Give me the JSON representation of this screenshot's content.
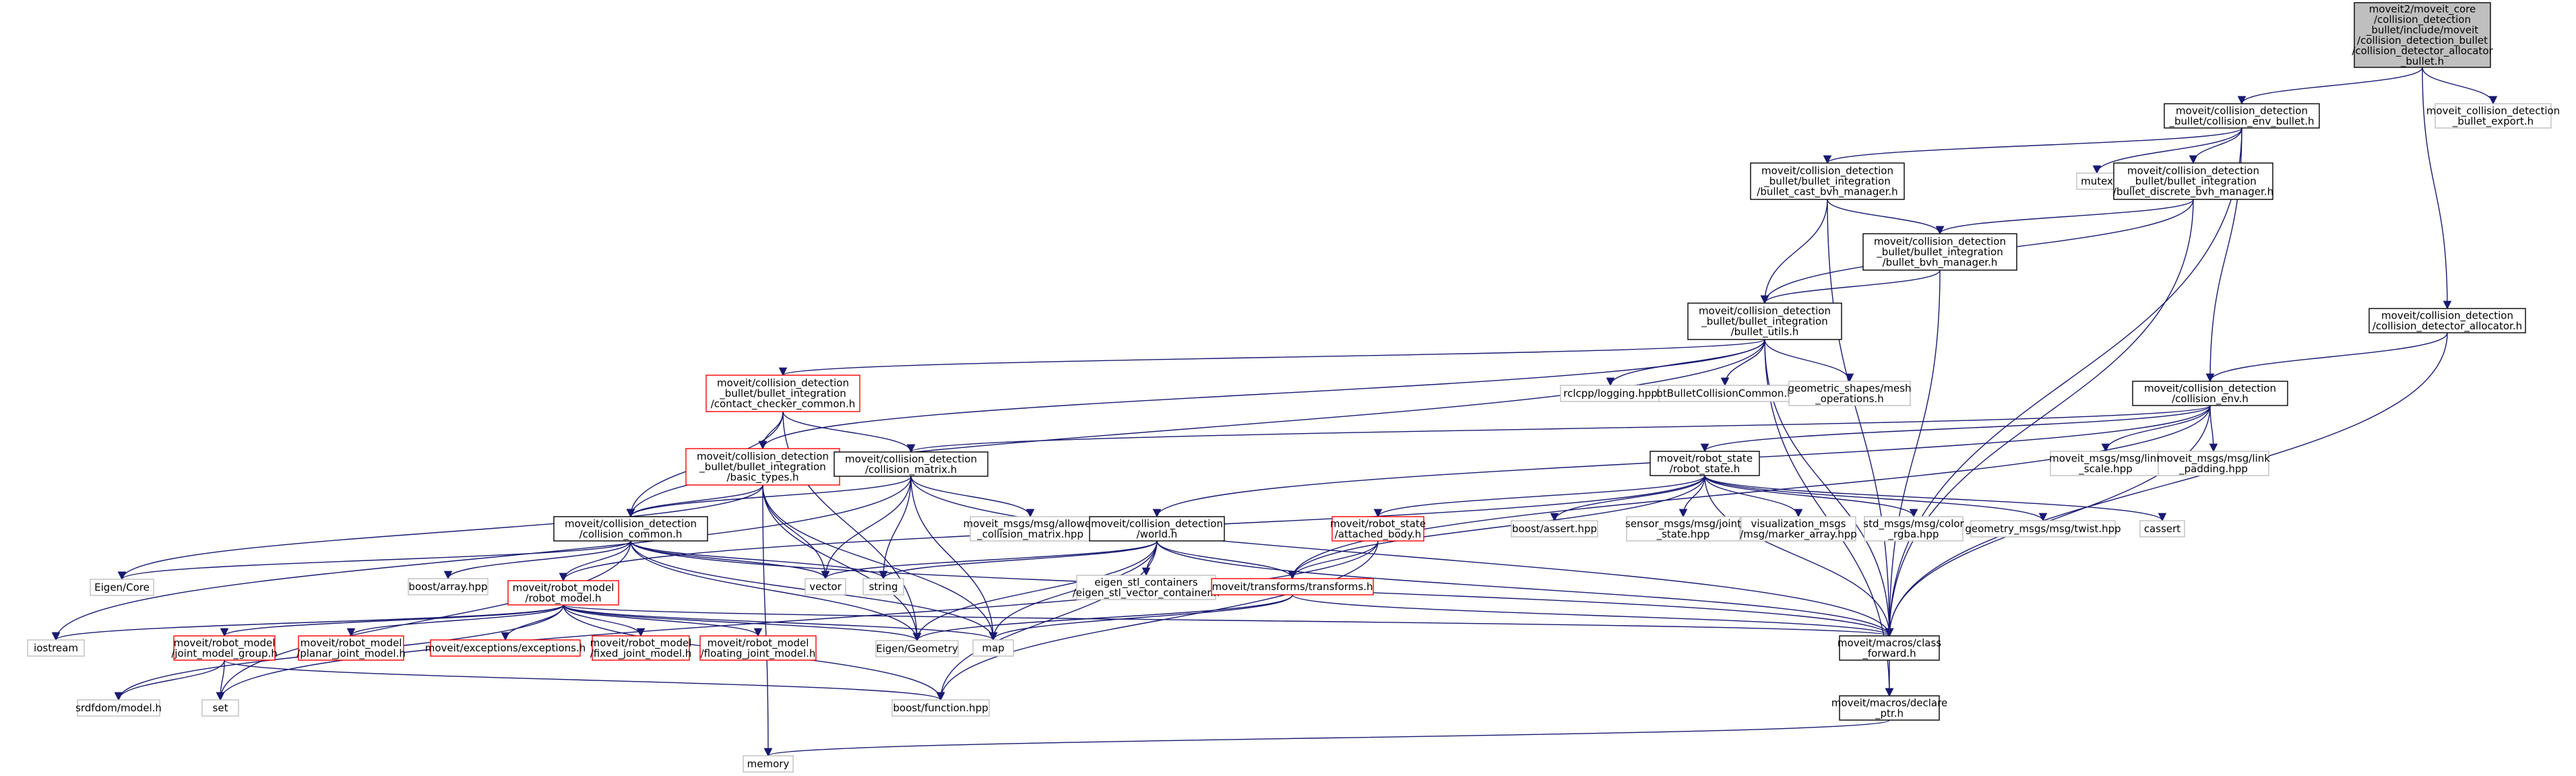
{
  "colors": {
    "edge": "#191970",
    "root_fill": "#bfbfbf",
    "node_border": "#000000",
    "missing_border": "#bfbfbf",
    "red_border": "#ff0000",
    "text": "#000000"
  },
  "nodes": [
    {
      "id": "n0",
      "kind": "root",
      "lines": [
        "moveit2/moveit_core",
        "/collision_detection",
        "_bullet/include/moveit",
        "/collision_detection_bullet",
        "/collision_detector_allocator",
        "_bullet.h"
      ]
    },
    {
      "id": "n1",
      "kind": "normal",
      "lines": [
        "moveit/collision_detection",
        "_bullet/collision_env_bullet.h"
      ]
    },
    {
      "id": "n2",
      "kind": "missing",
      "lines": [
        "moveit_collision_detection",
        "_bullet_export.h"
      ]
    },
    {
      "id": "n3",
      "kind": "normal",
      "lines": [
        "moveit/collision_detection",
        "/collision_detector_allocator.h"
      ]
    },
    {
      "id": "n4",
      "kind": "normal",
      "lines": [
        "moveit/collision_detection",
        "_bullet/bullet_integration",
        "/bullet_cast_bvh_manager.h"
      ]
    },
    {
      "id": "n5",
      "kind": "missing",
      "lines": [
        "mutex"
      ]
    },
    {
      "id": "n6",
      "kind": "normal",
      "lines": [
        "moveit/collision_detection",
        "_bullet/bullet_integration",
        "/bullet_discrete_bvh_manager.h"
      ]
    },
    {
      "id": "n7",
      "kind": "normal",
      "lines": [
        "moveit/collision_detection",
        "_bullet/bullet_integration",
        "/bullet_bvh_manager.h"
      ]
    },
    {
      "id": "n8",
      "kind": "normal",
      "lines": [
        "moveit/collision_detection",
        "_bullet/bullet_integration",
        "/bullet_utils.h"
      ]
    },
    {
      "id": "n9",
      "kind": "normal",
      "lines": [
        "moveit/collision_detection",
        "/collision_env.h"
      ]
    },
    {
      "id": "n10",
      "kind": "red",
      "lines": [
        "moveit/collision_detection",
        "_bullet/bullet_integration",
        "/contact_checker_common.h"
      ]
    },
    {
      "id": "n11",
      "kind": "missing",
      "lines": [
        "rclcpp/logging.hpp"
      ]
    },
    {
      "id": "n12",
      "kind": "missing",
      "lines": [
        "btBulletCollisionCommon.h"
      ]
    },
    {
      "id": "n13",
      "kind": "missing",
      "lines": [
        "geometric_shapes/mesh",
        "_operations.h"
      ]
    },
    {
      "id": "n14",
      "kind": "missing",
      "lines": [
        "moveit_msgs/msg/link",
        "_scale.hpp"
      ]
    },
    {
      "id": "n15",
      "kind": "missing",
      "lines": [
        "moveit_msgs/msg/link",
        "_padding.hpp"
      ]
    },
    {
      "id": "n16",
      "kind": "red",
      "lines": [
        "moveit/collision_detection",
        "_bullet/bullet_integration",
        "/basic_types.h"
      ]
    },
    {
      "id": "n17",
      "kind": "normal",
      "lines": [
        "moveit/collision_detection",
        "/collision_matrix.h"
      ]
    },
    {
      "id": "n18",
      "kind": "normal",
      "lines": [
        "moveit/robot_state",
        "/robot_state.h"
      ]
    },
    {
      "id": "n19",
      "kind": "normal",
      "lines": [
        "moveit/collision_detection",
        "/collision_common.h"
      ]
    },
    {
      "id": "n20",
      "kind": "missing",
      "lines": [
        "moveit_msgs/msg/allowed",
        "_collision_matrix.hpp"
      ]
    },
    {
      "id": "n21",
      "kind": "normal",
      "lines": [
        "moveit/collision_detection",
        "/world.h"
      ]
    },
    {
      "id": "n22",
      "kind": "red",
      "lines": [
        "moveit/robot_state",
        "/attached_body.h"
      ]
    },
    {
      "id": "n23",
      "kind": "missing",
      "lines": [
        "boost/assert.hpp"
      ]
    },
    {
      "id": "n24",
      "kind": "missing",
      "lines": [
        "sensor_msgs/msg/joint",
        "_state.hpp"
      ]
    },
    {
      "id": "n25",
      "kind": "missing",
      "lines": [
        "visualization_msgs",
        "/msg/marker_array.hpp"
      ]
    },
    {
      "id": "n26",
      "kind": "missing",
      "lines": [
        "std_msgs/msg/color",
        "_rgba.hpp"
      ]
    },
    {
      "id": "n27",
      "kind": "missing",
      "lines": [
        "geometry_msgs/msg/twist.hpp"
      ]
    },
    {
      "id": "n28",
      "kind": "missing",
      "lines": [
        "cassert"
      ]
    },
    {
      "id": "n29",
      "kind": "missing",
      "lines": [
        "Eigen/Core"
      ]
    },
    {
      "id": "n30",
      "kind": "missing",
      "lines": [
        "boost/array.hpp"
      ]
    },
    {
      "id": "n31",
      "kind": "missing",
      "lines": [
        "vector"
      ]
    },
    {
      "id": "n32",
      "kind": "missing",
      "lines": [
        "string"
      ]
    },
    {
      "id": "n33",
      "kind": "missing",
      "lines": [
        "eigen_stl_containers",
        "/eigen_stl_vector_container.h"
      ]
    },
    {
      "id": "n34",
      "kind": "red",
      "lines": [
        "moveit/robot_model",
        "/robot_model.h"
      ]
    },
    {
      "id": "n35",
      "kind": "red",
      "lines": [
        "moveit/transforms/transforms.h"
      ]
    },
    {
      "id": "n36",
      "kind": "missing",
      "lines": [
        "iostream"
      ]
    },
    {
      "id": "n37",
      "kind": "red",
      "lines": [
        "moveit/robot_model",
        "/joint_model_group.h"
      ]
    },
    {
      "id": "n38",
      "kind": "red",
      "lines": [
        "moveit/robot_model",
        "/planar_joint_model.h"
      ]
    },
    {
      "id": "n39",
      "kind": "red",
      "lines": [
        "moveit/exceptions/exceptions.h"
      ]
    },
    {
      "id": "n40",
      "kind": "red",
      "lines": [
        "moveit/robot_model",
        "/fixed_joint_model.h"
      ]
    },
    {
      "id": "n41",
      "kind": "red",
      "lines": [
        "moveit/robot_model",
        "/floating_joint_model.h"
      ]
    },
    {
      "id": "n42",
      "kind": "missing",
      "lines": [
        "Eigen/Geometry"
      ]
    },
    {
      "id": "n43",
      "kind": "missing",
      "lines": [
        "map"
      ]
    },
    {
      "id": "n44",
      "kind": "normal",
      "lines": [
        "moveit/macros/class",
        "_forward.h"
      ]
    },
    {
      "id": "n45",
      "kind": "missing",
      "lines": [
        "srdfdom/model.h"
      ]
    },
    {
      "id": "n46",
      "kind": "missing",
      "lines": [
        "set"
      ]
    },
    {
      "id": "n47",
      "kind": "missing",
      "lines": [
        "boost/function.hpp"
      ]
    },
    {
      "id": "n48",
      "kind": "normal",
      "lines": [
        "moveit/macros/declare",
        "_ptr.h"
      ]
    },
    {
      "id": "n49",
      "kind": "missing",
      "lines": [
        "memory"
      ]
    }
  ],
  "edges": [
    [
      "n0",
      "n1"
    ],
    [
      "n0",
      "n2"
    ],
    [
      "n0",
      "n3"
    ],
    [
      "n1",
      "n4"
    ],
    [
      "n1",
      "n5"
    ],
    [
      "n1",
      "n6"
    ],
    [
      "n1",
      "n9"
    ],
    [
      "n1",
      "n44"
    ],
    [
      "n3",
      "n9"
    ],
    [
      "n3",
      "n44"
    ],
    [
      "n4",
      "n7"
    ],
    [
      "n4",
      "n8"
    ],
    [
      "n4",
      "n44"
    ],
    [
      "n6",
      "n7"
    ],
    [
      "n6",
      "n8"
    ],
    [
      "n6",
      "n44"
    ],
    [
      "n7",
      "n8"
    ],
    [
      "n7",
      "n44"
    ],
    [
      "n8",
      "n10"
    ],
    [
      "n8",
      "n11"
    ],
    [
      "n8",
      "n12"
    ],
    [
      "n8",
      "n13"
    ],
    [
      "n8",
      "n16"
    ],
    [
      "n8",
      "n19"
    ],
    [
      "n8",
      "n44"
    ],
    [
      "n8",
      "n48"
    ],
    [
      "n9",
      "n14"
    ],
    [
      "n9",
      "n15"
    ],
    [
      "n9",
      "n17"
    ],
    [
      "n9",
      "n18"
    ],
    [
      "n9",
      "n21"
    ],
    [
      "n9",
      "n44"
    ],
    [
      "n9",
      "n35"
    ],
    [
      "n10",
      "n16"
    ],
    [
      "n10",
      "n17"
    ],
    [
      "n10",
      "n19"
    ],
    [
      "n10",
      "n42"
    ],
    [
      "n16",
      "n19"
    ],
    [
      "n16",
      "n29"
    ],
    [
      "n16",
      "n31"
    ],
    [
      "n16",
      "n42"
    ],
    [
      "n16",
      "n43"
    ],
    [
      "n16",
      "n49"
    ],
    [
      "n17",
      "n19"
    ],
    [
      "n17",
      "n20"
    ],
    [
      "n17",
      "n31"
    ],
    [
      "n17",
      "n32"
    ],
    [
      "n17",
      "n43"
    ],
    [
      "n17",
      "n44"
    ],
    [
      "n17",
      "n36"
    ],
    [
      "n18",
      "n22"
    ],
    [
      "n18",
      "n23"
    ],
    [
      "n18",
      "n24"
    ],
    [
      "n18",
      "n25"
    ],
    [
      "n18",
      "n26"
    ],
    [
      "n18",
      "n27"
    ],
    [
      "n18",
      "n28"
    ],
    [
      "n18",
      "n34"
    ],
    [
      "n18",
      "n35"
    ],
    [
      "n18",
      "n44"
    ],
    [
      "n19",
      "n29"
    ],
    [
      "n19",
      "n30"
    ],
    [
      "n19",
      "n31"
    ],
    [
      "n19",
      "n32"
    ],
    [
      "n19",
      "n34"
    ],
    [
      "n19",
      "n42"
    ],
    [
      "n19",
      "n43"
    ],
    [
      "n19",
      "n44"
    ],
    [
      "n19",
      "n46"
    ],
    [
      "n21",
      "n31"
    ],
    [
      "n21",
      "n32"
    ],
    [
      "n21",
      "n33"
    ],
    [
      "n21",
      "n35"
    ],
    [
      "n21",
      "n42"
    ],
    [
      "n21",
      "n43"
    ],
    [
      "n21",
      "n44"
    ],
    [
      "n21",
      "n47"
    ],
    [
      "n22",
      "n35"
    ],
    [
      "n22",
      "n46"
    ],
    [
      "n22",
      "n47"
    ],
    [
      "n34",
      "n36"
    ],
    [
      "n34",
      "n37"
    ],
    [
      "n34",
      "n38"
    ],
    [
      "n34",
      "n39"
    ],
    [
      "n34",
      "n40"
    ],
    [
      "n34",
      "n41"
    ],
    [
      "n34",
      "n42"
    ],
    [
      "n34",
      "n43"
    ],
    [
      "n34",
      "n44"
    ],
    [
      "n34",
      "n45"
    ],
    [
      "n34",
      "n47"
    ],
    [
      "n35",
      "n42"
    ],
    [
      "n35",
      "n43"
    ],
    [
      "n35",
      "n44"
    ],
    [
      "n37",
      "n45"
    ],
    [
      "n37",
      "n46"
    ],
    [
      "n37",
      "n47"
    ],
    [
      "n44",
      "n48"
    ],
    [
      "n48",
      "n49"
    ]
  ]
}
